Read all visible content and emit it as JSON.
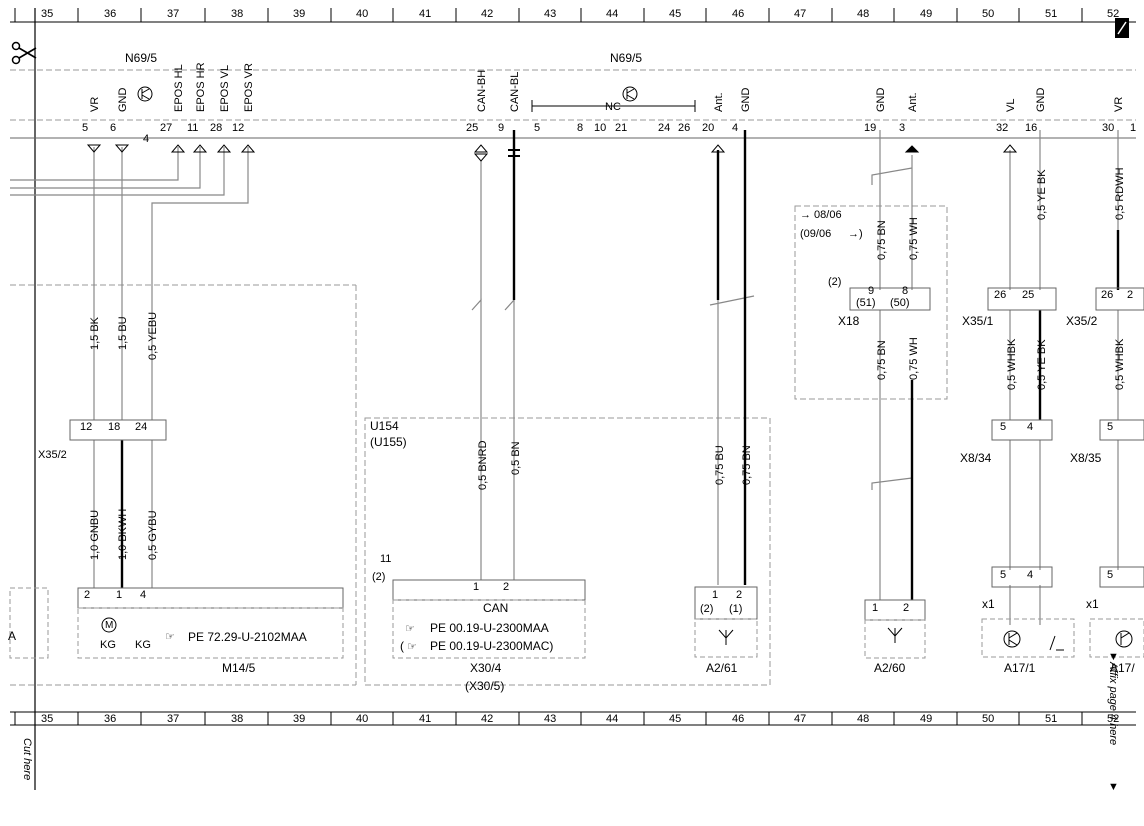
{
  "header": {
    "grid_numbers": [
      "35",
      "36",
      "37",
      "38",
      "39",
      "40",
      "41",
      "42",
      "43",
      "44",
      "45",
      "46",
      "47",
      "48",
      "49",
      "50",
      "51",
      "52"
    ]
  },
  "footer": {
    "grid_numbers": [
      "35",
      "36",
      "37",
      "38",
      "39",
      "40",
      "41",
      "42",
      "43",
      "44",
      "45",
      "46",
      "47",
      "48",
      "49",
      "50",
      "51",
      "52"
    ],
    "cut_note": "Cut here",
    "affix_note": "Affix page 4 here"
  },
  "modules": {
    "n69_left": "N69/5",
    "n69_right": "N69/5",
    "nc": "NC"
  },
  "top_pins": {
    "vr_left": {
      "label": "VR",
      "num": "5"
    },
    "gnd_left": {
      "label": "GND",
      "num": "6"
    },
    "extra_num": "4",
    "epos_hl": {
      "label": "EPOS HL",
      "num": "27"
    },
    "epos_hr": {
      "label": "EPOS HR",
      "num": "11"
    },
    "epos_vl": {
      "label": "EPOS VL",
      "num": "28"
    },
    "epos_vr": {
      "label": "EPOS VR",
      "num": "12"
    },
    "can_bh": {
      "label": "CAN-BH",
      "num": "25"
    },
    "can_bl": {
      "label": "CAN-BL",
      "num": "9"
    },
    "nc_pins": [
      "5",
      "8",
      "10",
      "21",
      "24",
      "26"
    ],
    "ant_left": {
      "label": "Ant.",
      "num": "20"
    },
    "gnd_mid": {
      "label": "GND",
      "num": "4"
    },
    "gnd_right": {
      "label": "GND",
      "num": "19"
    },
    "ant_right": {
      "label": "Ant.",
      "num": "3"
    },
    "vl": {
      "label": "VL",
      "num": "32"
    },
    "gnd_far": {
      "label": "GND",
      "num": "16"
    },
    "vr_far": {
      "label": "VR",
      "num": "30"
    },
    "vr_far_next": "1"
  },
  "wires": {
    "bk15": "1,5 BK",
    "bu15": "1,5 BU",
    "yebu05": "0,5 YEBU",
    "gnbu10": "1,0 GNBU",
    "bkwh10": "1,0 BKWH",
    "gybu05": "0,5 GYBU",
    "bnrd05": "0,5 BNRD",
    "bn05": "0,5 BN",
    "bu075": "0,75 BU",
    "bn075": "0,75 BN",
    "bn075_a": "0,75 BN",
    "wh075_a": "0,75 WH",
    "bn075_b": "0,75 BN",
    "wh075_b": "0,75 WH",
    "yebk05_a": "0,5 YE BK",
    "rdwh05": "0,5 RDWH",
    "whbk05_a": "0,5 WHBK",
    "yebk05_b": "0,5 YE BK",
    "whbk05_b": "0,5 WHBK"
  },
  "connectors": {
    "x35_2_left": {
      "name": "X35/2",
      "pins": [
        "12",
        "18",
        "24"
      ]
    },
    "x18": {
      "name": "X18",
      "pins": [
        "9",
        "8"
      ],
      "alt_pins": [
        "(51)",
        "(50)"
      ],
      "note": "(2)"
    },
    "x35_1": {
      "name": "X35/1",
      "pins": [
        "26",
        "25"
      ]
    },
    "x35_2_right": {
      "name": "X35/2",
      "pins": [
        "26",
        "2"
      ]
    },
    "x8_34": {
      "name": "X8/34",
      "pins": [
        "5",
        "4"
      ]
    },
    "x8_35": {
      "name": "X8/35",
      "pins": [
        "5"
      ]
    },
    "x1_a": {
      "name": "x1",
      "pins": [
        "5",
        "4"
      ]
    },
    "x1_b": {
      "name": "x1",
      "pins": [
        "5"
      ]
    }
  },
  "date_note": {
    "line1": "→ 08/06",
    "line2": "(09/06",
    "line2_end": "→)"
  },
  "components": {
    "m14_5": {
      "name": "M14/5",
      "pins": [
        "2",
        "1",
        "4"
      ],
      "motor": "M",
      "kg1": "KG",
      "kg2": "KG",
      "ref": "PE 72.29-U-2102MAA"
    },
    "left_edge_label": "A",
    "u154": {
      "name": "U154",
      "alt": "(U155)"
    },
    "x30_4": {
      "name": "X30/4",
      "alt": "(X30/5)",
      "can": "CAN",
      "pins": [
        "1",
        "2"
      ],
      "note_num": "11",
      "note_alt": "(2)",
      "ref1": "PE 00.19-U-2300MAA",
      "ref2": "PE 00.19-U-2300MAC)",
      "ref2_prefix": "("
    },
    "a2_61": {
      "name": "A2/61",
      "pins": [
        "1",
        "2"
      ],
      "alt_pins": [
        "(2)",
        "(1)"
      ]
    },
    "a2_60": {
      "name": "A2/60",
      "pins": [
        "1",
        "2"
      ]
    },
    "a17_1": {
      "name": "A17/1"
    },
    "a17_next": {
      "name": "A17/"
    }
  }
}
